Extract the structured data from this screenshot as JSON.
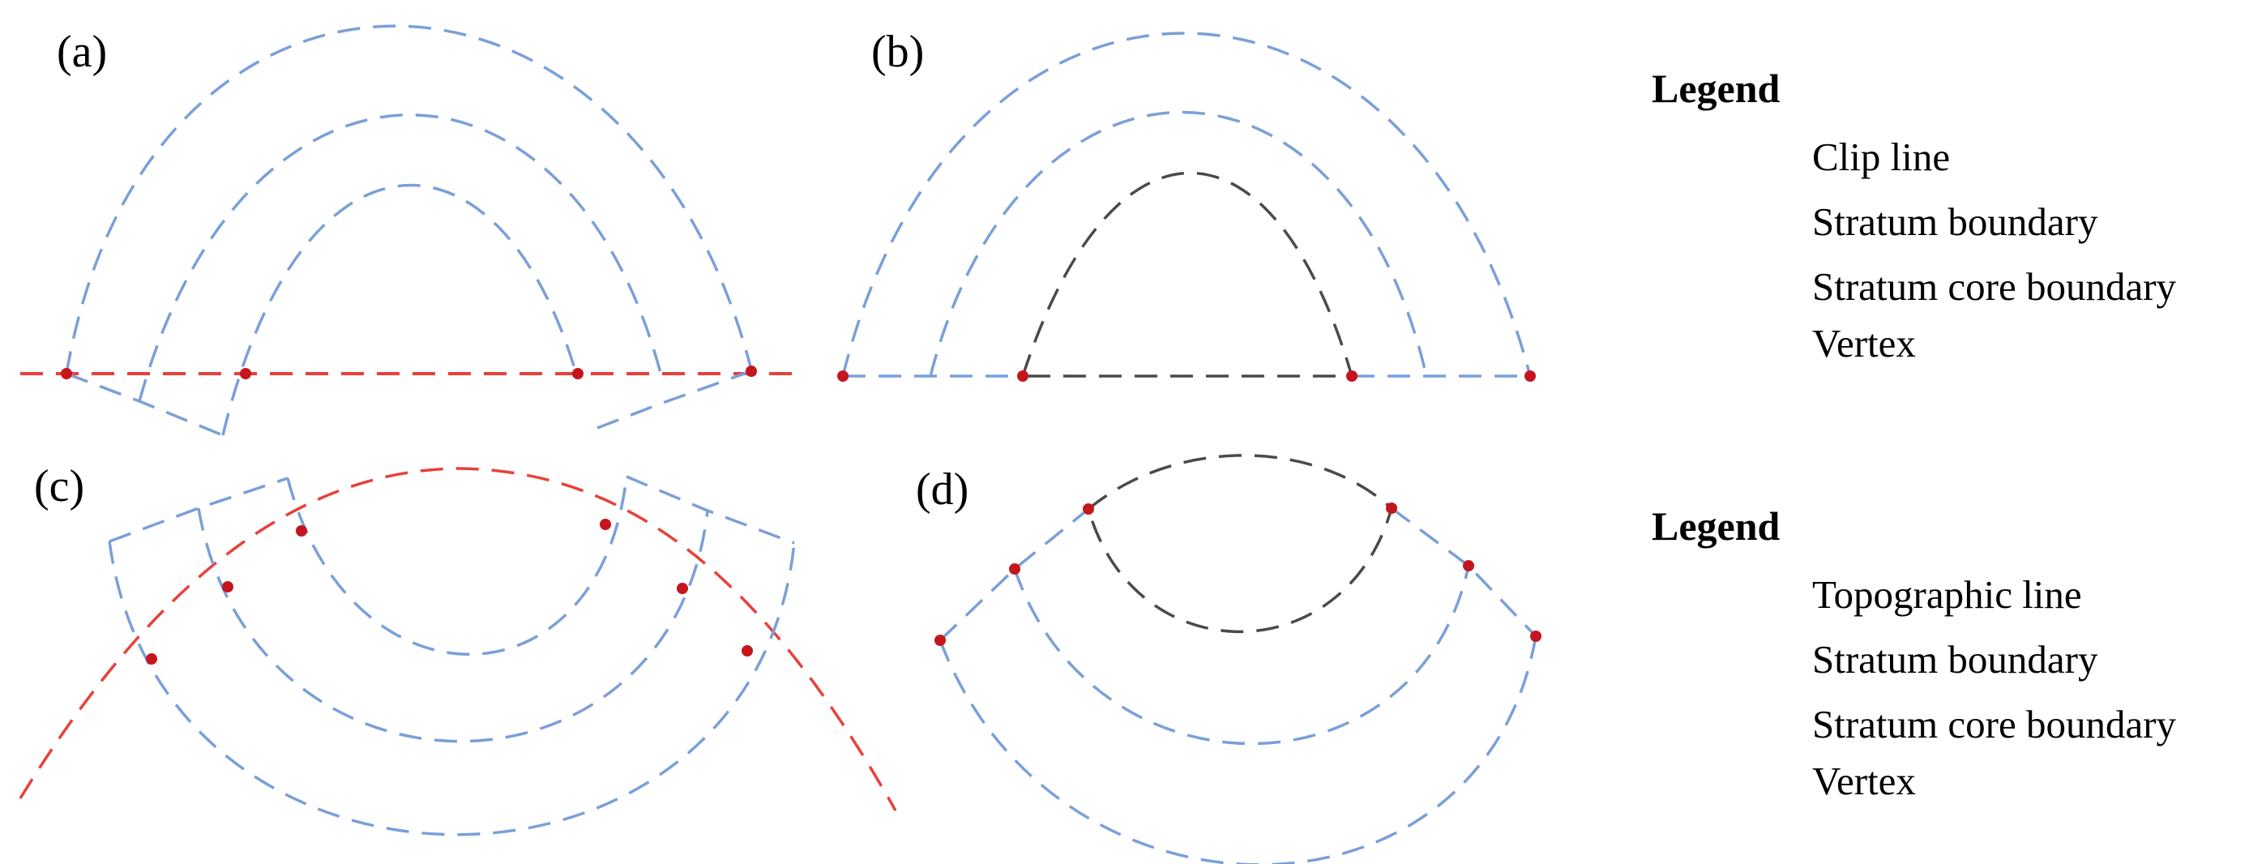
{
  "panels": [
    {
      "label": "(a)"
    },
    {
      "label": "(b)"
    },
    {
      "label": "(c)"
    },
    {
      "label": "(d)"
    }
  ],
  "legends": [
    {
      "title": "Legend",
      "items": [
        "Clip line",
        "Stratum boundary",
        "Stratum core boundary",
        "Vertex"
      ]
    },
    {
      "title": "Legend",
      "items": [
        "Topographic line",
        "Stratum boundary",
        "Stratum core boundary",
        "Vertex"
      ]
    }
  ],
  "colors": {
    "clip_line": "#e8403a",
    "stratum_boundary": "#7b9fd8",
    "stratum_core_boundary": "#4a4a4a",
    "vertex": "#c4161c"
  }
}
